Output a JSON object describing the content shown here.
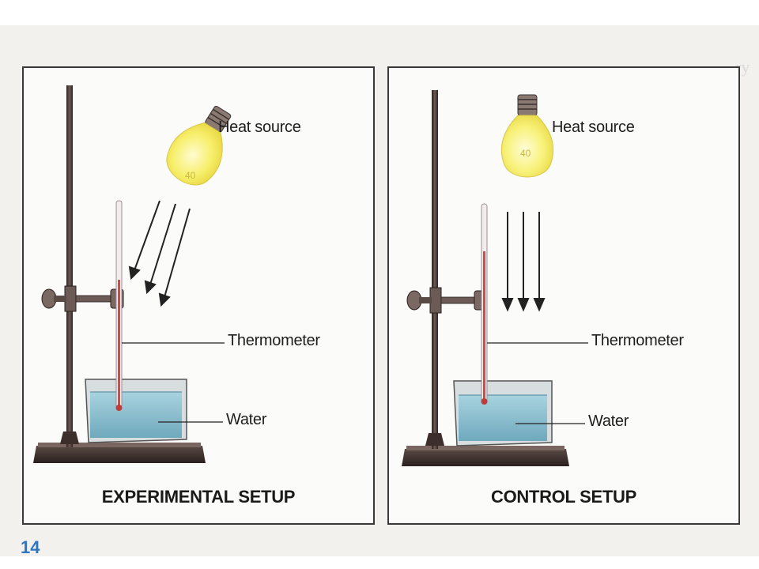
{
  "diagram": {
    "experimental": {
      "caption": "EXPERIMENTAL SETUP",
      "labels": {
        "heat_source": "Heat source",
        "thermometer": "Thermometer",
        "water": "Water"
      },
      "bulb_text": "40"
    },
    "control": {
      "caption": "CONTROL SETUP",
      "labels": {
        "heat_source": "Heat source",
        "thermometer": "Thermometer",
        "water": "Water"
      },
      "bulb_text": "40"
    }
  },
  "page_number": "14",
  "colors": {
    "panel_border": "#3a3838",
    "page_number": "#2c76c2",
    "water": "#8fc3d2",
    "bulb": "#f6ee72",
    "stand": "#4a3a36"
  }
}
